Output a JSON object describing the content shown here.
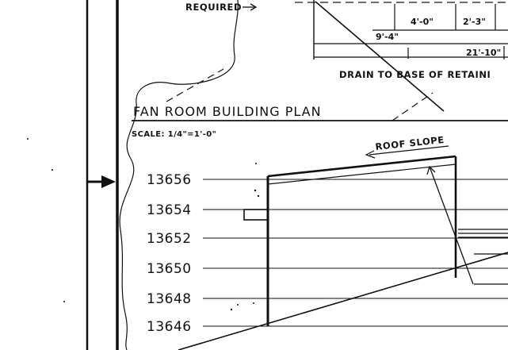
{
  "top_note": {
    "required_label": "REQUIRED"
  },
  "dimensions": {
    "d1": "4'-0\"",
    "d2": "2'-3\"",
    "d3": "9'-4\"",
    "d4": "21'-10\""
  },
  "drain_note": "DRAIN TO BASE OF RETAINI",
  "plan": {
    "title": "FAN ROOM BUILDING PLAN",
    "scale": "SCALE: 1/4\"=1'-0\"",
    "roof_slope_label": "ROOF SLOPE"
  },
  "elevations": [
    "13656",
    "13654",
    "13652",
    "13650",
    "13648",
    "13646"
  ]
}
